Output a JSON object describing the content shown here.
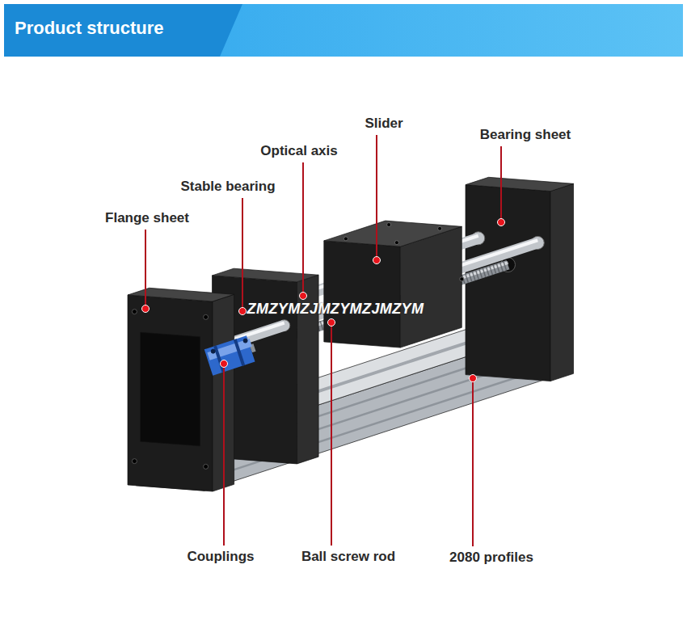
{
  "diagram": {
    "title": "Product structure",
    "labels": [
      "Slider",
      "Bearing sheet",
      "Optical axis",
      "Stable bearing",
      "Flange sheet",
      "Couplings",
      "Ball screw rod",
      "2080 profiles",
      "ZMZYMZJMZYMZJMZYM"
    ]
  }
}
